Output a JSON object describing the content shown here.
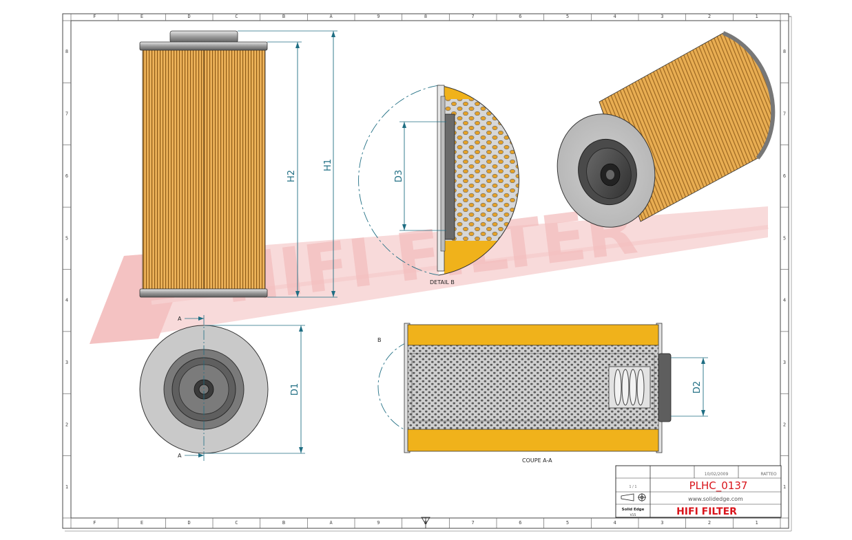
{
  "colors": {
    "dimension": "#1f6e83",
    "paper_yellow": "#e9a52c",
    "section_yellow": "#f0b21b",
    "watermark_red": "#f6c9c9",
    "brand_red": "#d9141b",
    "metal_grey": "#b5b5b5"
  },
  "watermark": {
    "text": "HIFI FILTER"
  },
  "dimensions": {
    "h1": "H1",
    "h2": "H2",
    "d1": "D1",
    "d2": "D2",
    "d3": "D3"
  },
  "labels": {
    "detail_b": "DETAIL B",
    "coupe": "COUPE A-A",
    "section_a_top": "A",
    "section_a_bottom": "A",
    "detail_marker": "B"
  },
  "title_block": {
    "date": "10/02/2009",
    "author": "RATTEO",
    "scale": "1 / 1",
    "drawing_number": "PLHC_0137",
    "website": "www.solidedge.com",
    "software": "Solid Edge",
    "software_sub": "V15",
    "company": "HIFI FILTER"
  },
  "zones": {
    "columns": [
      "F",
      "E",
      "D",
      "C",
      "B",
      "A",
      "9",
      "8",
      "7",
      "6",
      "5",
      "4",
      "3",
      "2",
      "1"
    ],
    "rows": [
      "8",
      "7",
      "6",
      "5",
      "4",
      "3",
      "2",
      "1"
    ]
  }
}
